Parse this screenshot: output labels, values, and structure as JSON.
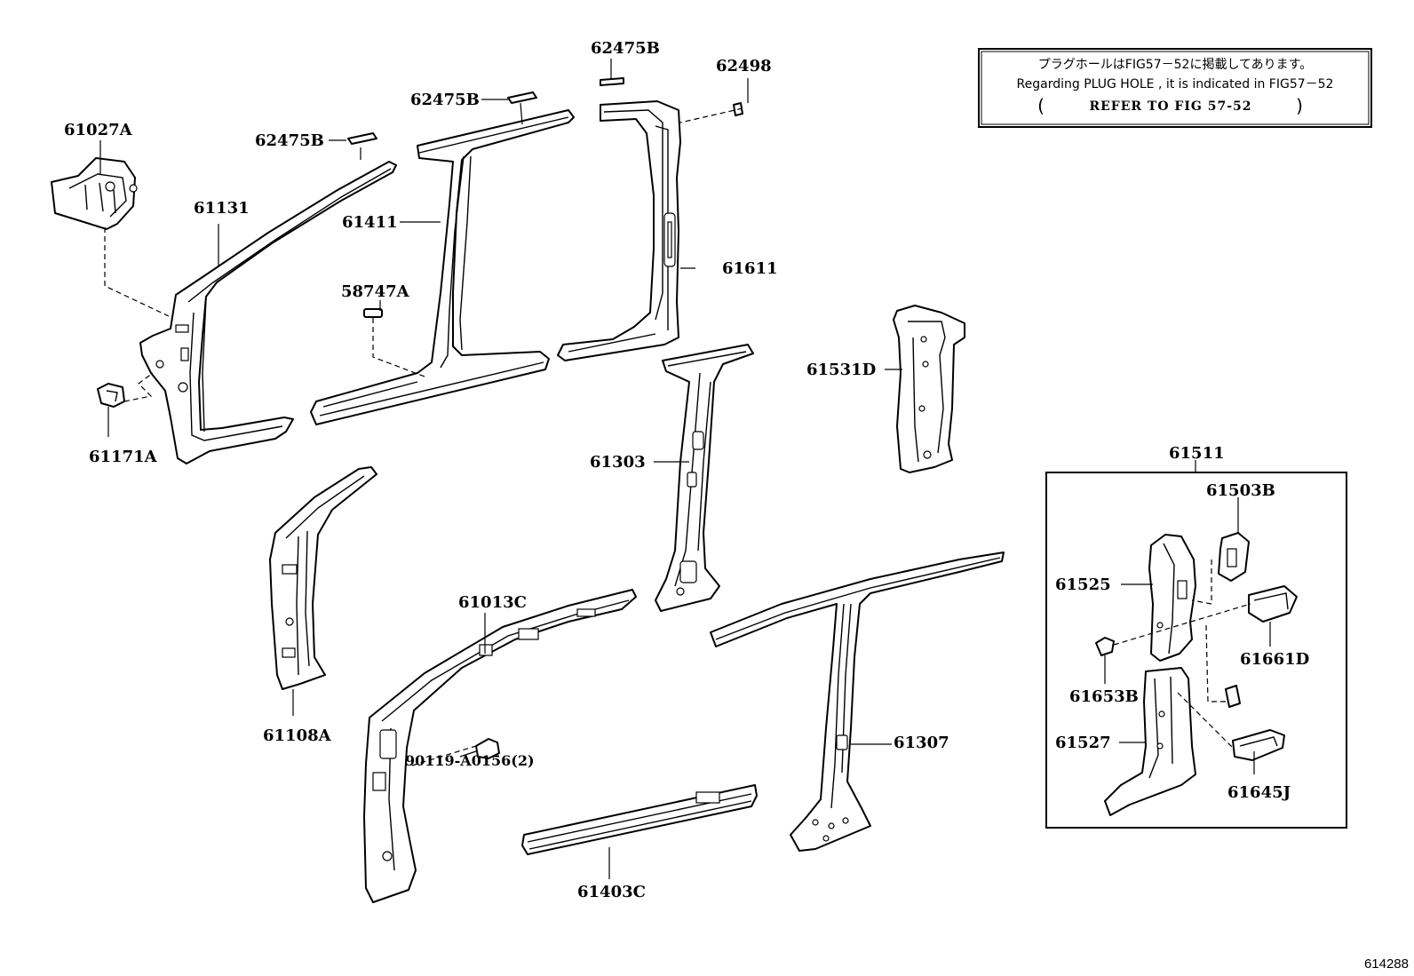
{
  "note": {
    "line_jp": "プラグホールはFIG57－52に掲載してあります。",
    "line_en": "Regarding  PLUG HOLE , it is indicated in FIG57－52",
    "paren_open": "(",
    "line_ref": "REFER TO FIG 57-52",
    "paren_close": ")"
  },
  "labels": {
    "p61027A": "61027A",
    "p62475B_a": "62475B",
    "p62475B_b": "62475B",
    "p62475B_c": "62475B",
    "p62498": "62498",
    "p61131": "61131",
    "p61411": "61411",
    "p61611": "61611",
    "p58747A": "58747A",
    "p61171A": "61171A",
    "p61531D": "61531D",
    "p61303": "61303",
    "p61511": "61511",
    "p61503B": "61503B",
    "p61525": "61525",
    "p61661D": "61661D",
    "p61653B": "61653B",
    "p61527": "61527",
    "p61645J": "61645J",
    "p61108A": "61108A",
    "p61013C": "61013C",
    "p90119": "90119-A0156(2)",
    "p61307": "61307",
    "p61403C": "61403C"
  },
  "figure_number": "614288"
}
